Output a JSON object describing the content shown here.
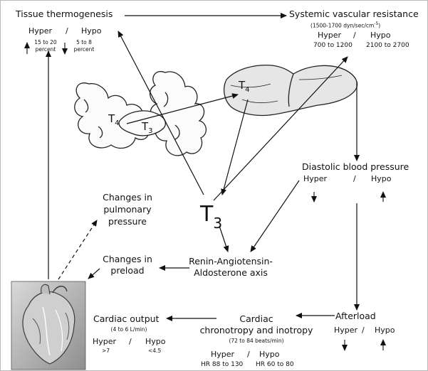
{
  "labels": {
    "tissue_thermogenesis": "Tissue thermogenesis",
    "systemic_vascular_resistance": "Systemic vascular resistance",
    "svr_range": "(1500-1700 dyn/sec/cm",
    "svr_range_exp": "-5",
    "svr_range_end": ")",
    "diastolic_bp": "Diastolic blood pressure",
    "afterload": "Afterload",
    "cardiac_contractility": "Cardiac",
    "cardiac_contractility_2": "chronotropy and inotropy",
    "cardiac_contractility_range": "(72 to 84 beats/min)",
    "cardiac_output": "Cardiac output",
    "cardiac_output_range": "(4 to 6 L/min)",
    "pulmonary_1": "Changes in",
    "pulmonary_2": "pulmonary",
    "pulmonary_3": "pressure",
    "preload_1": "Changes in",
    "preload_2": "preload",
    "raas_1": "Renin-Angiotensin-",
    "raas_2": "Aldosterone axis"
  },
  "hormones": {
    "t": "T",
    "sub3": "3",
    "sub4": "4"
  },
  "compare": {
    "hyper": "Hyper",
    "slash": "/",
    "hypo": "Hypo"
  },
  "values": {
    "thermo_hyper": "15 to 20",
    "thermo_hyper_unit": "percent",
    "thermo_hypo": "5 to 8",
    "thermo_hypo_unit": "percent",
    "svr_hyper": "700 to 1200",
    "svr_hypo": "2100 to 2700",
    "hr_hyper": "HR 88 to 130",
    "hr_hypo": "HR 60 to 80",
    "co_hyper": ">7",
    "co_hypo": "<4.5"
  }
}
